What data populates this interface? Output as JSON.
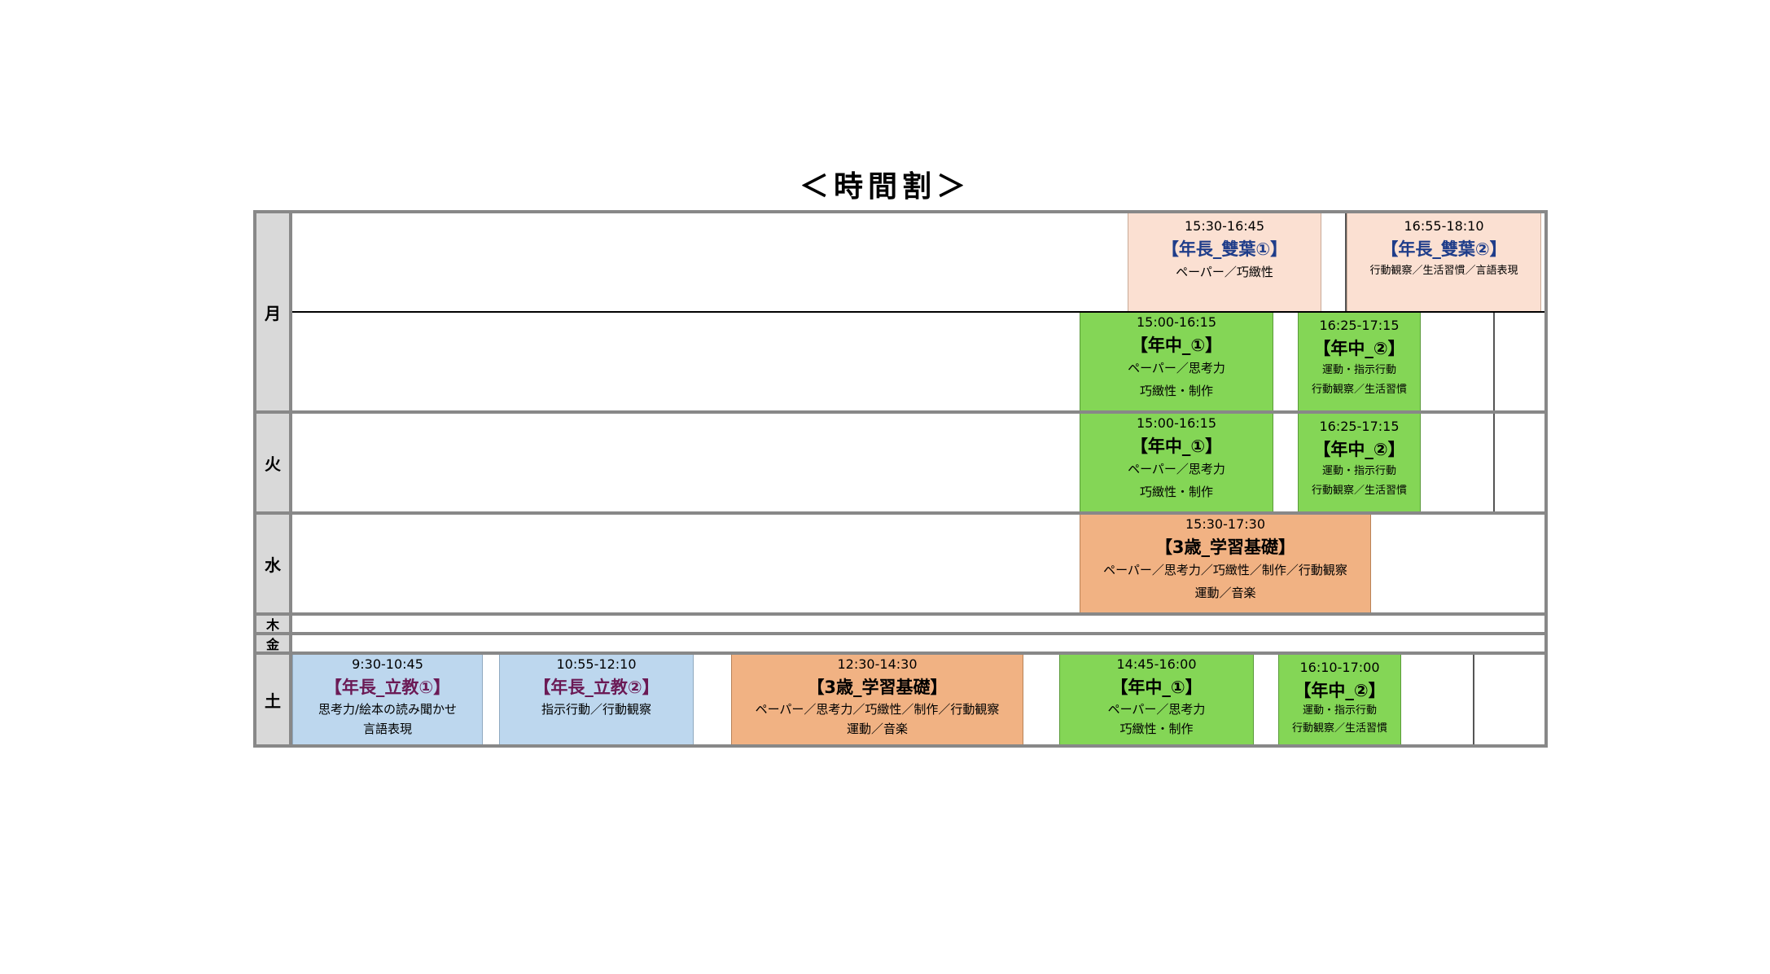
{
  "title": "＜時間割＞",
  "days": {
    "mon": "月",
    "tue": "火",
    "wed": "水",
    "thu": "木",
    "fri": "金",
    "sat": "土"
  },
  "colors": {
    "peach": "#fbe0d2",
    "green": "#84d656",
    "orange": "#f1b283",
    "blue": "#bdd7ee",
    "frame": "#888888",
    "day_header": "#d9d9d9"
  },
  "mon1": {
    "a": {
      "time": "15:30-16:45",
      "name": "【年長_雙葉①】",
      "sub1": "ペーパー／巧緻性"
    },
    "b": {
      "time": "16:55-18:10",
      "name": "【年長_雙葉②】",
      "sub1": "行動観察／生活習慣／言語表現"
    }
  },
  "mon2": {
    "a": {
      "time": "15:00-16:15",
      "name": "【年中_①】",
      "sub1": "ペーパー／思考力",
      "sub2": "巧緻性・制作"
    },
    "b": {
      "time": "16:25-17:15",
      "name": "【年中_②】",
      "sub1": "運動・指示行動",
      "sub2": "行動観察／生活習慣"
    }
  },
  "tue": {
    "a": {
      "time": "15:00-16:15",
      "name": "【年中_①】",
      "sub1": "ペーパー／思考力",
      "sub2": "巧緻性・制作"
    },
    "b": {
      "time": "16:25-17:15",
      "name": "【年中_②】",
      "sub1": "運動・指示行動",
      "sub2": "行動観察／生活習慣"
    }
  },
  "wed": {
    "a": {
      "time": "15:30-17:30",
      "name": "【3歳_学習基礎】",
      "sub1": "ペーパー／思考力／巧緻性／制作／行動観察",
      "sub2": "運動／音楽"
    }
  },
  "sat": {
    "a": {
      "time": "9:30-10:45",
      "name": "【年長_立教①】",
      "sub1": "思考力/絵本の読み聞かせ",
      "sub2": "言語表現"
    },
    "b": {
      "time": "10:55-12:10",
      "name": "【年長_立教②】",
      "sub1": "指示行動／行動観察"
    },
    "c": {
      "time": "12:30-14:30",
      "name": "【3歳_学習基礎】",
      "sub1": "ペーパー／思考力／巧緻性／制作／行動観察",
      "sub2": "運動／音楽"
    },
    "d": {
      "time": "14:45-16:00",
      "name": "【年中_①】",
      "sub1": "ペーパー／思考力",
      "sub2": "巧緻性・制作"
    },
    "e": {
      "time": "16:10-17:00",
      "name": "【年中_②】",
      "sub1": "運動・指示行動",
      "sub2": "行動観察／生活習慣"
    }
  }
}
